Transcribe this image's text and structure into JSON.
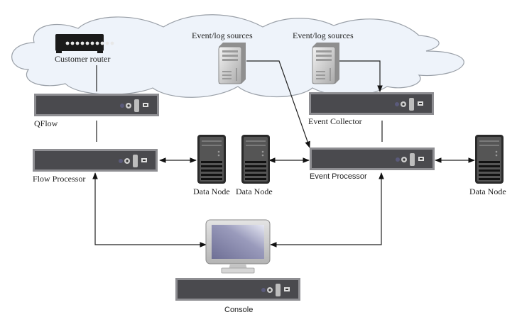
{
  "diagram": {
    "title": "QRadar deployment architecture",
    "colors": {
      "cloud_fill": "#eef3fa",
      "cloud_stroke": "#9aa0a8",
      "appliance_body": "#4a4a4e",
      "appliance_frame": "#8e8e92",
      "router_body": "#1a1a1a",
      "connector": "#222222"
    },
    "nodes": {
      "customer_router": {
        "label": "Customer router",
        "icon": "router-icon"
      },
      "event_source_1": {
        "label": "Event/log sources",
        "icon": "server-tower-icon"
      },
      "event_source_2": {
        "label": "Event/log sources",
        "icon": "server-tower-icon"
      },
      "qflow": {
        "label": "QFlow",
        "icon": "rack-appliance-icon"
      },
      "event_collector": {
        "label": "Event Collector",
        "icon": "rack-appliance-icon"
      },
      "flow_processor": {
        "label": "Flow Processor",
        "icon": "rack-appliance-icon"
      },
      "event_processor": {
        "label": "Event Processor",
        "icon": "rack-appliance-icon"
      },
      "data_node_1": {
        "label": "Data Node",
        "icon": "tower-server-icon"
      },
      "data_node_2": {
        "label": "Data Node",
        "icon": "tower-server-icon"
      },
      "data_node_3": {
        "label": "Data Node",
        "icon": "tower-server-icon"
      },
      "console": {
        "label": "Console",
        "icon": "monitor-icon"
      }
    },
    "edges": [
      {
        "from": "customer_router",
        "to": "qflow",
        "arrow": "none"
      },
      {
        "from": "qflow",
        "to": "flow_processor",
        "arrow": "none"
      },
      {
        "from": "event_source_1",
        "to": "event_processor",
        "arrow": "end"
      },
      {
        "from": "event_source_2",
        "to": "event_collector",
        "arrow": "end"
      },
      {
        "from": "event_collector",
        "to": "event_processor",
        "arrow": "none"
      },
      {
        "from": "flow_processor",
        "to": "data_node_1",
        "arrow": "both"
      },
      {
        "from": "data_node_2",
        "to": "event_processor",
        "arrow": "both"
      },
      {
        "from": "event_processor",
        "to": "data_node_3",
        "arrow": "both"
      },
      {
        "from": "console",
        "to": "flow_processor",
        "arrow": "both"
      },
      {
        "from": "console",
        "to": "event_processor",
        "arrow": "both"
      }
    ]
  }
}
